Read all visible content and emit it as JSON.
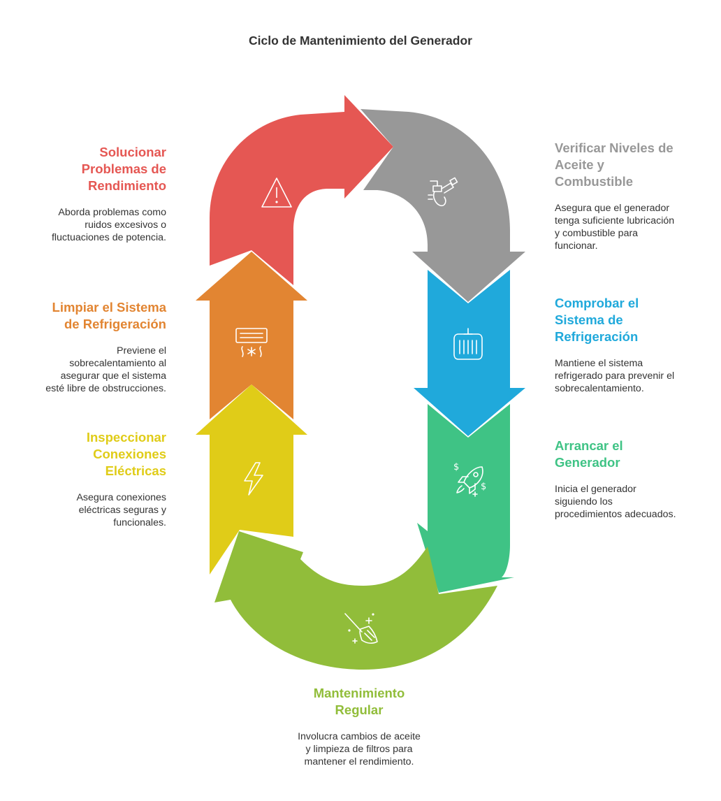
{
  "title": "Ciclo de Mantenimiento del Generador",
  "colors": {
    "red": "#E55753",
    "gray": "#989898",
    "blue": "#20A9DB",
    "green": "#3FC385",
    "lime": "#91BD3A",
    "yellow": "#E0CC18",
    "orange": "#E28532"
  },
  "steps": {
    "verificar": {
      "title": "Verificar Niveles de Aceite y Combustible",
      "title_lines": [
        "Verificar Niveles de",
        "Aceite y",
        "Combustible"
      ],
      "desc_lines": [
        "Asegura que el generador",
        "tenga suficiente lubricación",
        "y combustible para",
        "funcionar."
      ],
      "icon": "fuel-pump-icon"
    },
    "comprobar": {
      "title": "Comprobar el Sistema de Refrigeración",
      "title_lines": [
        "Comprobar el",
        "Sistema de",
        "Refrigeración"
      ],
      "desc_lines": [
        "Mantiene el sistema",
        "refrigerado para prevenir el",
        "sobrecalentamiento."
      ],
      "icon": "radiator-icon"
    },
    "arrancar": {
      "title": "Arrancar el Generador",
      "title_lines": [
        "Arrancar el",
        "Generador"
      ],
      "desc_lines": [
        "Inicia el generador",
        "siguiendo los",
        "procedimientos adecuados."
      ],
      "icon": "rocket-icon"
    },
    "mantenimiento": {
      "title": "Mantenimiento Regular",
      "title_lines": [
        "Mantenimiento",
        "Regular"
      ],
      "desc_lines": [
        "Involucra cambios de aceite",
        "y limpieza de filtros para",
        "mantener el rendimiento."
      ],
      "icon": "broom-icon"
    },
    "inspeccionar": {
      "title": "Inspeccionar Conexiones Eléctricas",
      "title_lines": [
        "Inspeccionar",
        "Conexiones",
        "Eléctricas"
      ],
      "desc_lines": [
        "Asegura conexiones",
        "eléctricas seguras y",
        "funcionales."
      ],
      "icon": "lightning-icon"
    },
    "limpiar": {
      "title": "Limpiar el Sistema de Refrigeración",
      "title_lines": [
        "Limpiar el Sistema",
        "de Refrigeración"
      ],
      "desc_lines": [
        "Previene el",
        "sobrecalentamiento al",
        "asegurar que el sistema",
        "esté libre de obstrucciones."
      ],
      "icon": "air-conditioner-icon"
    },
    "solucionar": {
      "title": "Solucionar Problemas de Rendimiento",
      "title_lines": [
        "Solucionar",
        "Problemas de",
        "Rendimiento"
      ],
      "desc_lines": [
        "Aborda problemas como",
        "ruidos excesivos o",
        "fluctuaciones de potencia."
      ],
      "icon": "warning-icon"
    }
  }
}
